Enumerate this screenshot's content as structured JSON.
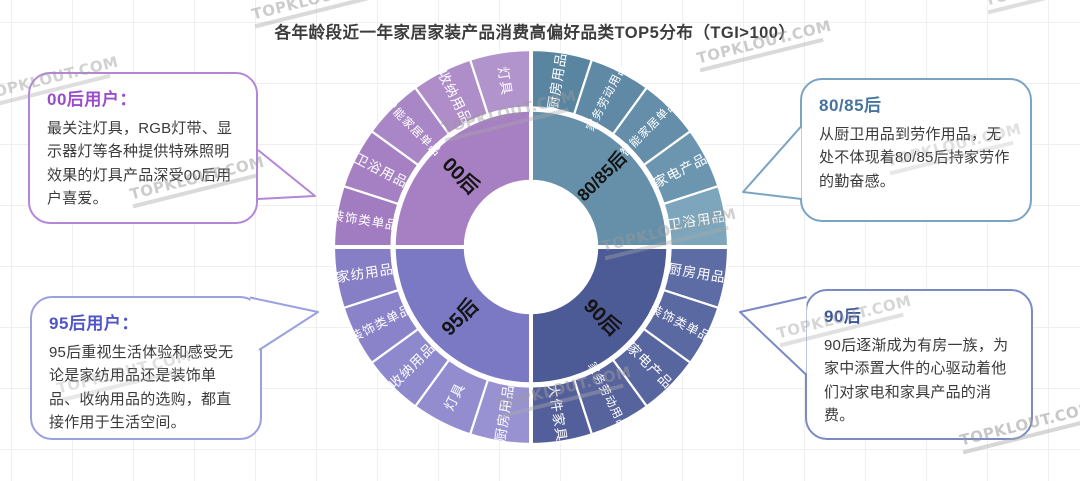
{
  "title": "各年龄段近一年家居家装产品消费高偏好品类TOP5分布（TGI>100）",
  "watermark": {
    "text": "TOPKLOUT.COM"
  },
  "callouts": [
    {
      "id": "00hou",
      "title": "00后用户：",
      "body": "最关注灯具，RGB灯带、显示器灯等各种提供特殊照明效果的灯具产品深受00后用户喜爱。",
      "accent": "#b586d8",
      "title_color": "#9b4cca"
    },
    {
      "id": "95hou",
      "title": "95后用户：",
      "body": "95后重视生活体验和感受无论是家纺用品还是装饰单品、收纳用品的选购，都直接作用于生活空间。",
      "accent": "#9aa0e0",
      "title_color": "#5056c6"
    },
    {
      "id": "8085hou",
      "title": "80/85后",
      "body": "从厨卫用品到劳作用品，无处不体现着80/85后持家劳作的勤奋感。",
      "accent": "#7ba4c3",
      "title_color": "#44749f"
    },
    {
      "id": "90hou",
      "title": "90后",
      "body": "90后逐渐成为有房一族，为家中添置大件的心驱动着他们对家电和家具产品的消费。",
      "accent": "#7b8ac5",
      "title_color": "#3d5695"
    }
  ],
  "chart_data": {
    "type": "sunburst",
    "title": "各年龄段近一年家居家装产品消费高偏好品类TOP5分布",
    "note": "TGI>100",
    "rings": [
      "age-group",
      "top5-preferred-categories"
    ],
    "quadrants": [
      {
        "name": "00后",
        "start_angle": 270,
        "end_angle": 360,
        "inner_color": "#a780c3",
        "segments": [
          {
            "label": "装饰类单品",
            "color": "#a27cc0"
          },
          {
            "label": "卫浴用品",
            "color": "#a581c3"
          },
          {
            "label": "智能家居单品",
            "color": "#a987c6"
          },
          {
            "label": "收纳用品",
            "color": "#ae8dc9"
          },
          {
            "label": "灯具",
            "color": "#b294cd"
          }
        ]
      },
      {
        "name": "80/85后",
        "start_angle": 0,
        "end_angle": 90,
        "inner_color": "#6690a9",
        "segments": [
          {
            "label": "厨房用品",
            "color": "#5a85a1"
          },
          {
            "label": "家务劳动用品",
            "color": "#5f89a5"
          },
          {
            "label": "智能家居单品",
            "color": "#648ea9"
          },
          {
            "label": "家电产品",
            "color": "#6c96af"
          },
          {
            "label": "卫浴用品",
            "color": "#7da6bc"
          }
        ]
      },
      {
        "name": "90后",
        "start_angle": 90,
        "end_angle": 180,
        "inner_color": "#4c5b96",
        "segments": [
          {
            "label": "厨房用品",
            "color": "#5e6ca6"
          },
          {
            "label": "装饰类单品",
            "color": "#5b69a3"
          },
          {
            "label": "家电产品",
            "color": "#5866a0"
          },
          {
            "label": "家务劳动用品",
            "color": "#56639d"
          },
          {
            "label": "大件家具",
            "color": "#535f9a"
          }
        ]
      },
      {
        "name": "95后",
        "start_angle": 180,
        "end_angle": 270,
        "inner_color": "#7b79c4",
        "segments": [
          {
            "label": "厨房用品",
            "color": "#9892d3"
          },
          {
            "label": "灯具",
            "color": "#938dd0"
          },
          {
            "label": "收纳用品",
            "color": "#8e88cc"
          },
          {
            "label": "装饰类单品",
            "color": "#8a83c9"
          },
          {
            "label": "家纺用品",
            "color": "#877fc6"
          }
        ]
      }
    ]
  }
}
